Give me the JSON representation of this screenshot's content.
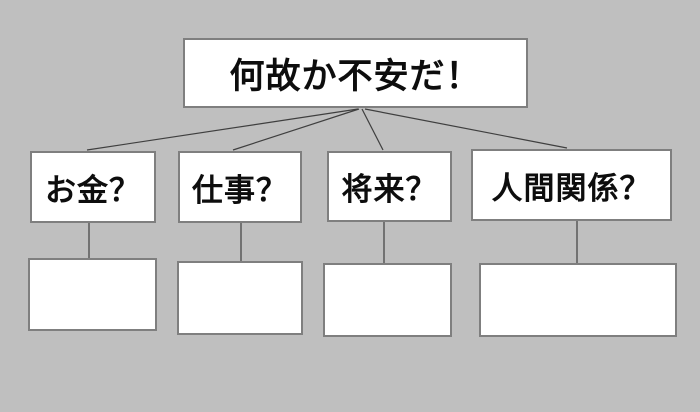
{
  "colors": {
    "background": "#bfbfbf",
    "box_fill": "#ffffff",
    "box_border": "#7f7f7f",
    "connector_line": "#3f3f3f",
    "text": "#0d0d0d"
  },
  "diagram": {
    "type": "tree",
    "root": {
      "label": "何故か不安だ！"
    },
    "causes": [
      {
        "label": "お金？"
      },
      {
        "label": "仕事？"
      },
      {
        "label": "将来？"
      },
      {
        "label": "人間関係？"
      }
    ],
    "empty_answer_boxes_count": 4
  }
}
